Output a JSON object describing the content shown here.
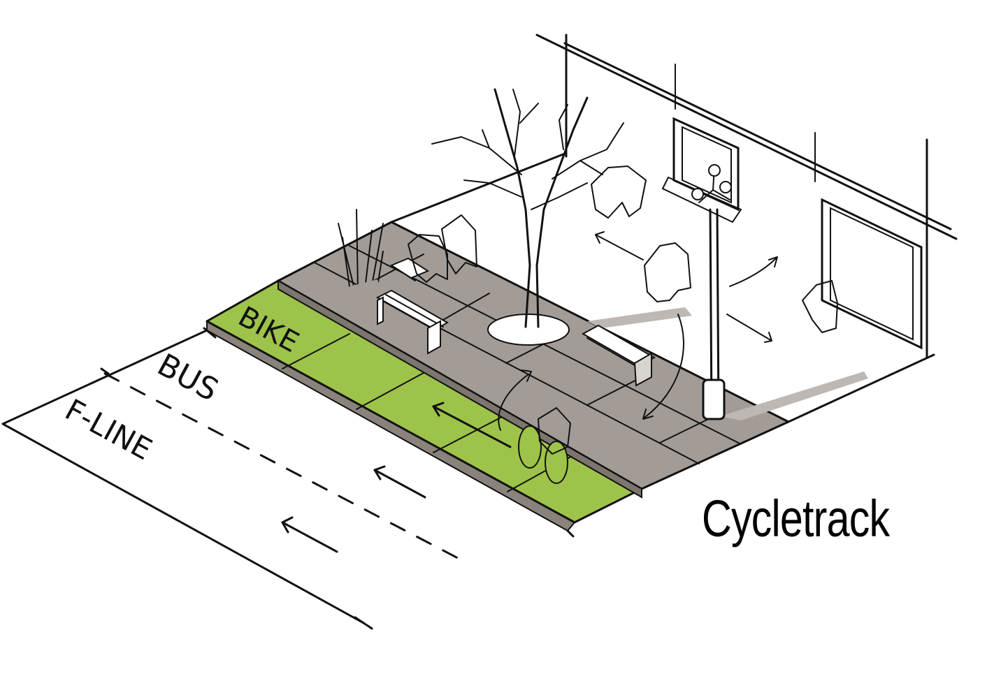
{
  "title": "Cycletrack",
  "labels": {
    "bike": "BIKE",
    "bus": "BUS",
    "f_line": "F-LINE"
  },
  "colors": {
    "bike_lane": "#9dc34a",
    "sidewalk": "#a39c96",
    "shadow": "#bdb8b3",
    "ink": "#111111",
    "background": "#ffffff"
  }
}
